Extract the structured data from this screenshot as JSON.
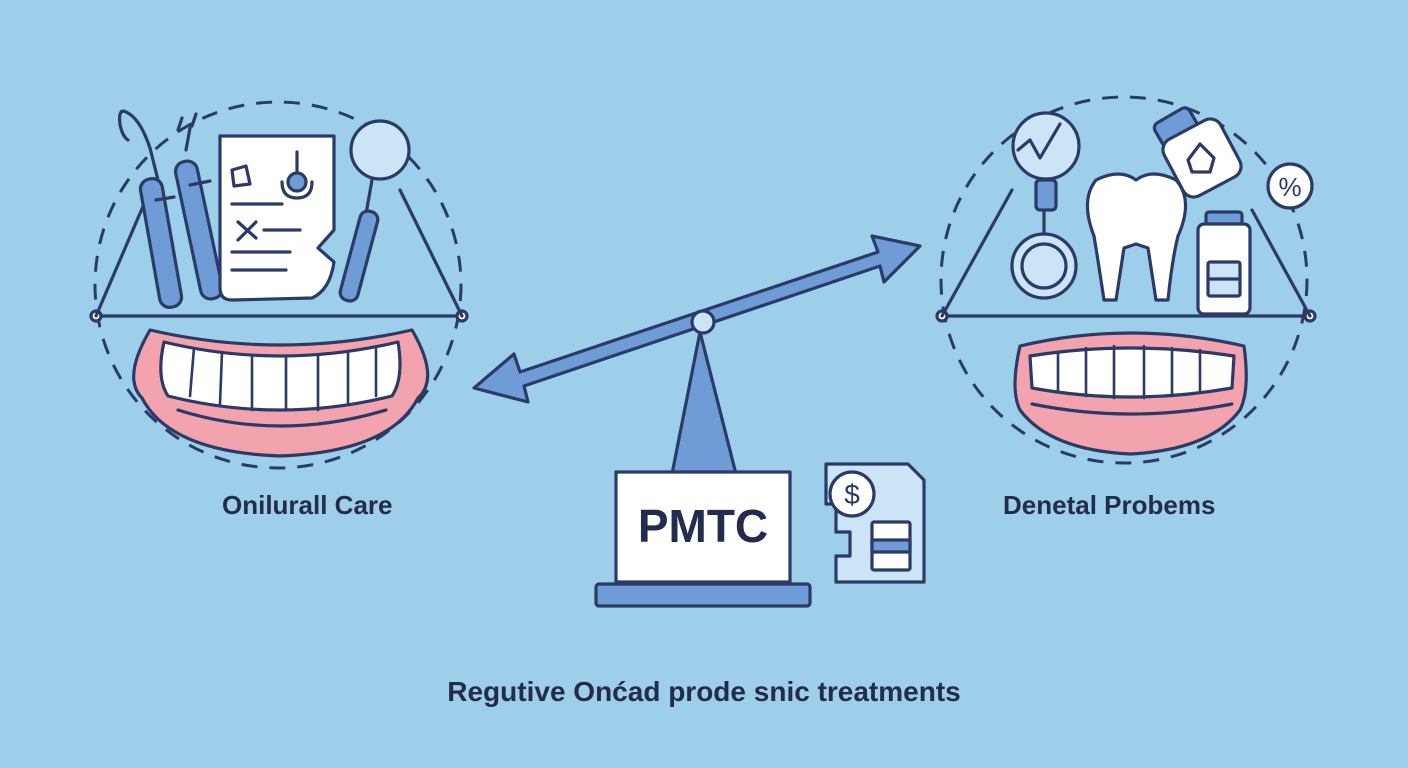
{
  "left_panel": {
    "label": "Onilurall Care"
  },
  "right_panel": {
    "label": "Denetal Probems"
  },
  "center": {
    "box_label": "PMTC",
    "dollar_symbol": "$",
    "percent_symbol": "%"
  },
  "caption": "Regutive Onćad prode snic treatments",
  "colors": {
    "background": "#9dcfea",
    "line": "#2b3a66",
    "instrument_blue": "#6f9bd6",
    "gum_pink": "#f2a3ad",
    "tooth_white": "#ffffff",
    "light_blue": "#cbe4f6"
  },
  "icons": [
    "dental-explorer-icon",
    "scaler-icon",
    "document-icon",
    "thermometer-icon",
    "mirror-icon",
    "tooth-icon",
    "mirror-probe-icon",
    "bottle-icon",
    "percent-icon",
    "jar-icon",
    "dollar-document-icon",
    "balance-scale-icon"
  ]
}
